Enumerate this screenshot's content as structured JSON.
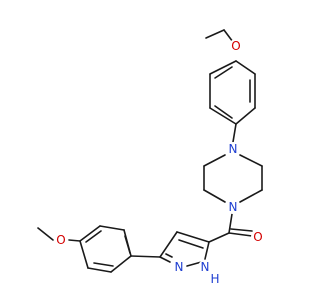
{
  "colors": {
    "bond": "#1a1a1a",
    "oxygen": "#d40000",
    "nitrogen": "#1f3fd1",
    "background": "#ffffff"
  },
  "atoms": [
    {
      "id": "o_top",
      "label": "O",
      "element": "O"
    },
    {
      "id": "n_pip_top",
      "label": "N",
      "element": "N"
    },
    {
      "id": "n_pip_bottom",
      "label": "N",
      "element": "N"
    },
    {
      "id": "o_carbonyl",
      "label": "O",
      "element": "O"
    },
    {
      "id": "o_left",
      "label": "O",
      "element": "O"
    },
    {
      "id": "n_pyrazole",
      "label": "N",
      "element": "N"
    },
    {
      "id": "nh_pyrazole",
      "label": "N",
      "element": "N"
    },
    {
      "id": "h_pyrazole",
      "label": "H",
      "element": "N"
    }
  ]
}
